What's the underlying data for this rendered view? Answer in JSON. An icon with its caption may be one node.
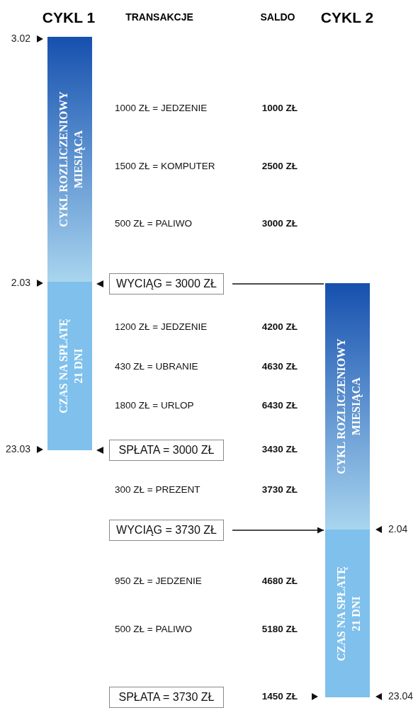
{
  "diagram": {
    "nodes": [
      {
        "text": [
          "CYKL ROZLICZENIOWY MIESIĄCA"
        ]
      },
      {
        "text": [
          "CZAS NA SPŁATĘ 21 DNI"
        ]
      },
      {
        "text": [
          "WYCIĄG = 3000 ZŁ"
        ]
      },
      {
        "text": [
          "SPŁATA = 3000 ZŁ"
        ]
      },
      {
        "text": [
          "WYCIĄG = 3730 ZŁ"
        ]
      },
      {
        "text": [
          "SPŁATA = 3730 ZŁ"
        ]
      },
      {
        "text": [
          "CYKL ROZLICZENIOWY MIESIĄCA"
        ]
      },
      {
        "text": [
          "CZAS NA SPŁATĘ 21 DNI"
        ]
      }
    ],
    "edges": [
      {
        "from": 2,
        "to": 1,
        "arrow": "to"
      },
      {
        "from": 3,
        "to": 1,
        "arrow": "to"
      },
      {
        "from": 2,
        "to": 6,
        "arrow": "none"
      },
      {
        "from": 4,
        "to": 7,
        "arrow": "to"
      }
    ],
    "labels": [
      "CYKL 1",
      "TRANSAKCJE",
      "SALDO",
      "CYKL 2",
      "3.02",
      "1000 ZŁ = JEDZENIE",
      "1000 ZŁ",
      "1500 ZŁ = KOMPUTER",
      "2500 ZŁ",
      "500 ZŁ = PALIWO",
      "3000 ZŁ",
      "2.03",
      "1200 ZŁ = JEDZENIE",
      "4200 ZŁ",
      "430 ZŁ = UBRANIE",
      "4630 ZŁ",
      "1800 ZŁ = URLOP",
      "6430 ZŁ",
      "23.03",
      "3430 ZŁ",
      "300 ZŁ = PREZENT",
      "3730 ZŁ",
      "2.04",
      "950 ZŁ = JEDZENIE",
      "4680 ZŁ",
      "500 ZŁ = PALIWO",
      "5180 ZŁ",
      "1450 ZŁ",
      "23.04"
    ]
  }
}
